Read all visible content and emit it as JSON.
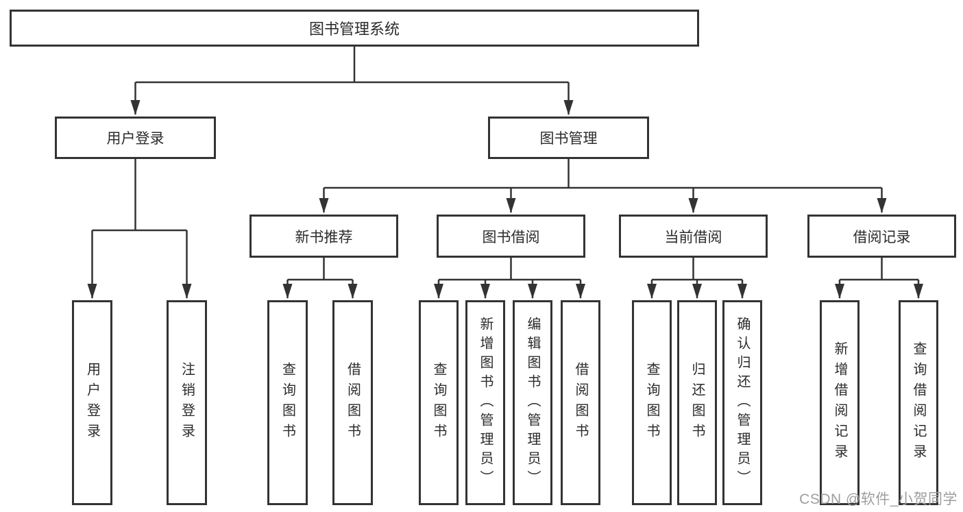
{
  "diagram_type": "hierarchy-tree",
  "colors": {
    "line": "#333333",
    "text": "#2b2b2b",
    "background": "#ffffff",
    "watermark": "#9e9e9e"
  },
  "tree": {
    "label": "图书管理系统",
    "children": [
      {
        "label": "用户登录",
        "leaves": [
          "用户登录",
          "注销登录"
        ]
      },
      {
        "label": "图书管理",
        "children": [
          {
            "label": "新书推荐",
            "leaves": [
              "查询图书",
              "借阅图书"
            ]
          },
          {
            "label": "图书借阅",
            "leaves": [
              "查询图书",
              "新增图书（管理员）",
              "编辑图书（管理员）",
              "借阅图书"
            ]
          },
          {
            "label": "当前借阅",
            "leaves": [
              "查询图书",
              "归还图书",
              "确认归还（管理员）"
            ]
          },
          {
            "label": "借阅记录",
            "leaves": [
              "新增借阅记录",
              "查询借阅记录"
            ]
          }
        ]
      }
    ]
  },
  "watermark": {
    "text": "CSDN @软件_小贺同学"
  }
}
